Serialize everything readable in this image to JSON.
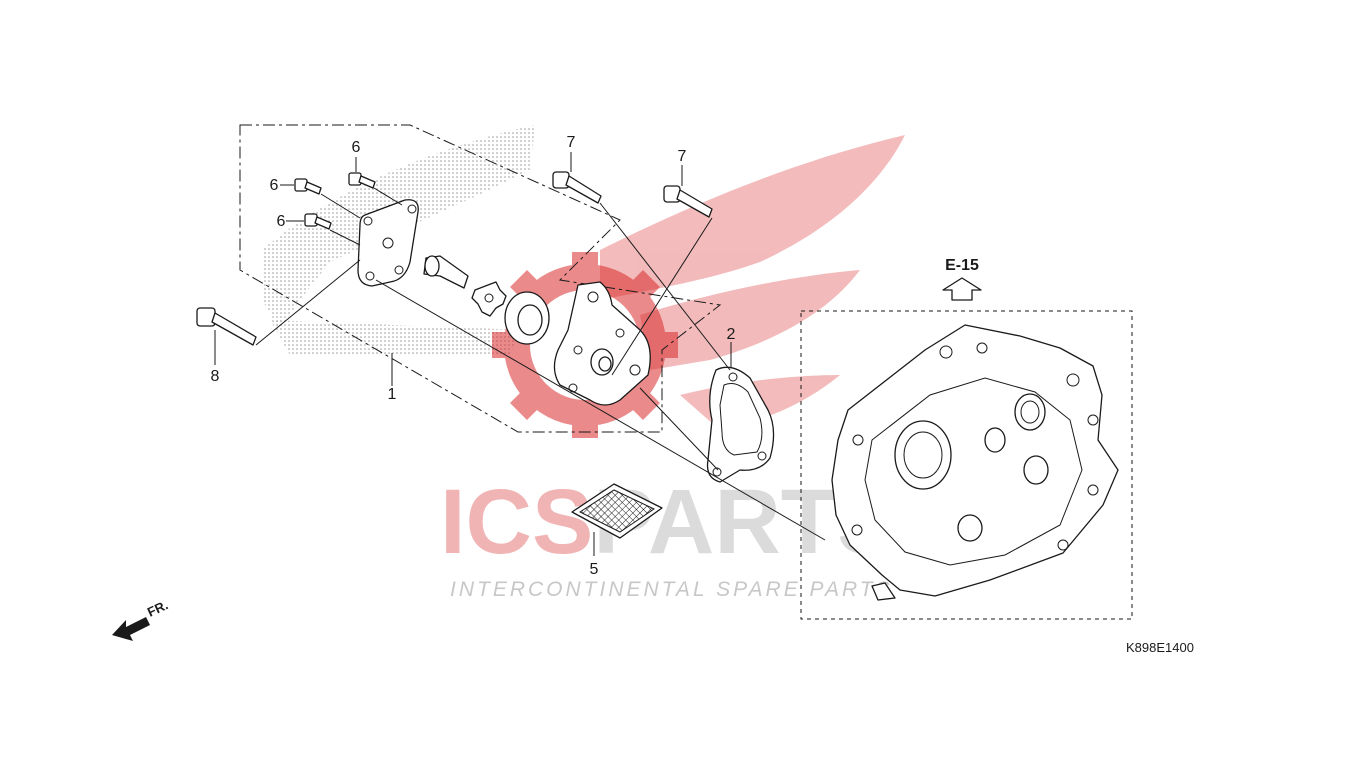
{
  "watermark": {
    "brand": "ICSPARTS",
    "brand_red": "ICS",
    "brand_grey": "PARTS",
    "tagline": "INTERCONTINENTAL SPARE PARTS",
    "red_color": "#d92b2b",
    "grey_color": "#9a9a9a"
  },
  "callouts": {
    "c1": "1",
    "c2": "2",
    "c5": "5",
    "c6a": "6",
    "c6b": "6",
    "c6c": "6",
    "c7a": "7",
    "c7b": "7",
    "c8": "8"
  },
  "reference": {
    "label": "E-15"
  },
  "direction": {
    "label": "FR."
  },
  "diagram_code": "K898E1400"
}
